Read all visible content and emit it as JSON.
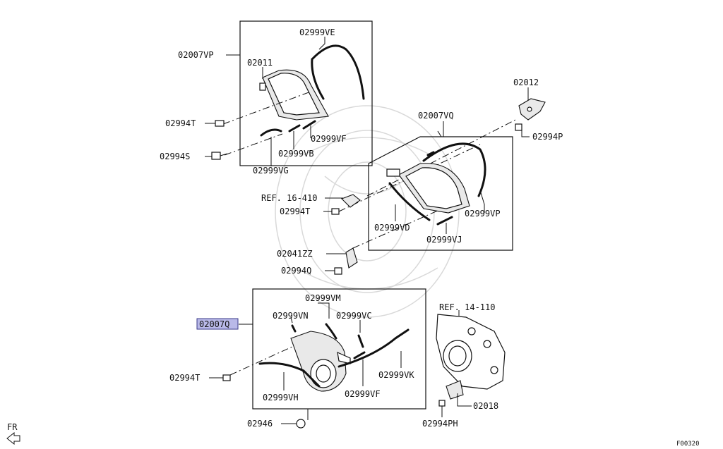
{
  "labels": {
    "p02007VP": "02007VP",
    "p02999VE": "02999VE",
    "p02011": "02011",
    "p02994T_a": "02994T",
    "p02999VF_a": "02999VF",
    "p02994S": "02994S",
    "p02999VB": "02999VB",
    "p02999VG": "02999VG",
    "p02012": "02012",
    "p02007VQ": "02007VQ",
    "p02994P": "02994P",
    "pREF16410": "REF. 16-410",
    "p02994T_b": "02994T",
    "p02999VP": "02999VP",
    "p02999VD": "02999VD",
    "p02999VJ": "02999VJ",
    "p02041ZZ": "02041ZZ",
    "p02994Q": "02994Q",
    "p02999VM": "02999VM",
    "pREF14110": "REF. 14-110",
    "p02999VN": "02999VN",
    "p02999VC": "02999VC",
    "p02007Q": "02007Q",
    "p02994T_c": "02994T",
    "p02999VK": "02999VK",
    "p02999VH": "02999VH",
    "p02999VF_b": "02999VF",
    "p02018": "02018",
    "p02946": "02946",
    "p02994PH": "02994PH",
    "fr": "FR",
    "figcode": "F00320"
  },
  "colors": {
    "highlight": "#b9b9e8",
    "line": "#111111"
  }
}
